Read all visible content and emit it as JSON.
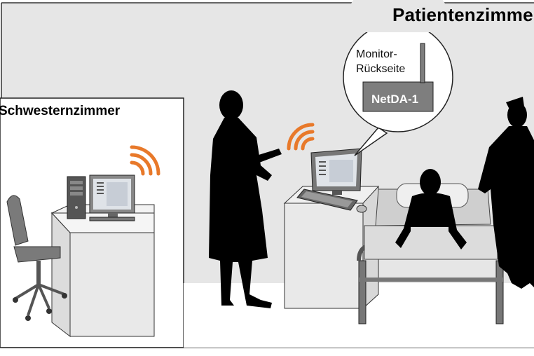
{
  "patient_room": {
    "title": "Patientenzimmer"
  },
  "nurse_room": {
    "title": "Schwesternzimmer"
  },
  "callout": {
    "line1": "Monitor-",
    "line2": "Rückseite",
    "device_label": "NetDA-1"
  },
  "colors": {
    "wifi": "#e8792a",
    "wall": "#e6e6e6",
    "desk": "#e9e9e9",
    "device": "#7e7e7e",
    "silhouette": "#000000"
  },
  "icons": [
    "wifi-icon",
    "desktop-computer-icon",
    "monitor-icon",
    "keyboard-icon",
    "mouse-icon",
    "office-chair-icon",
    "hospital-bed-icon",
    "doctor-silhouette-icon",
    "nurse-silhouette-icon",
    "patient-silhouette-icon"
  ]
}
